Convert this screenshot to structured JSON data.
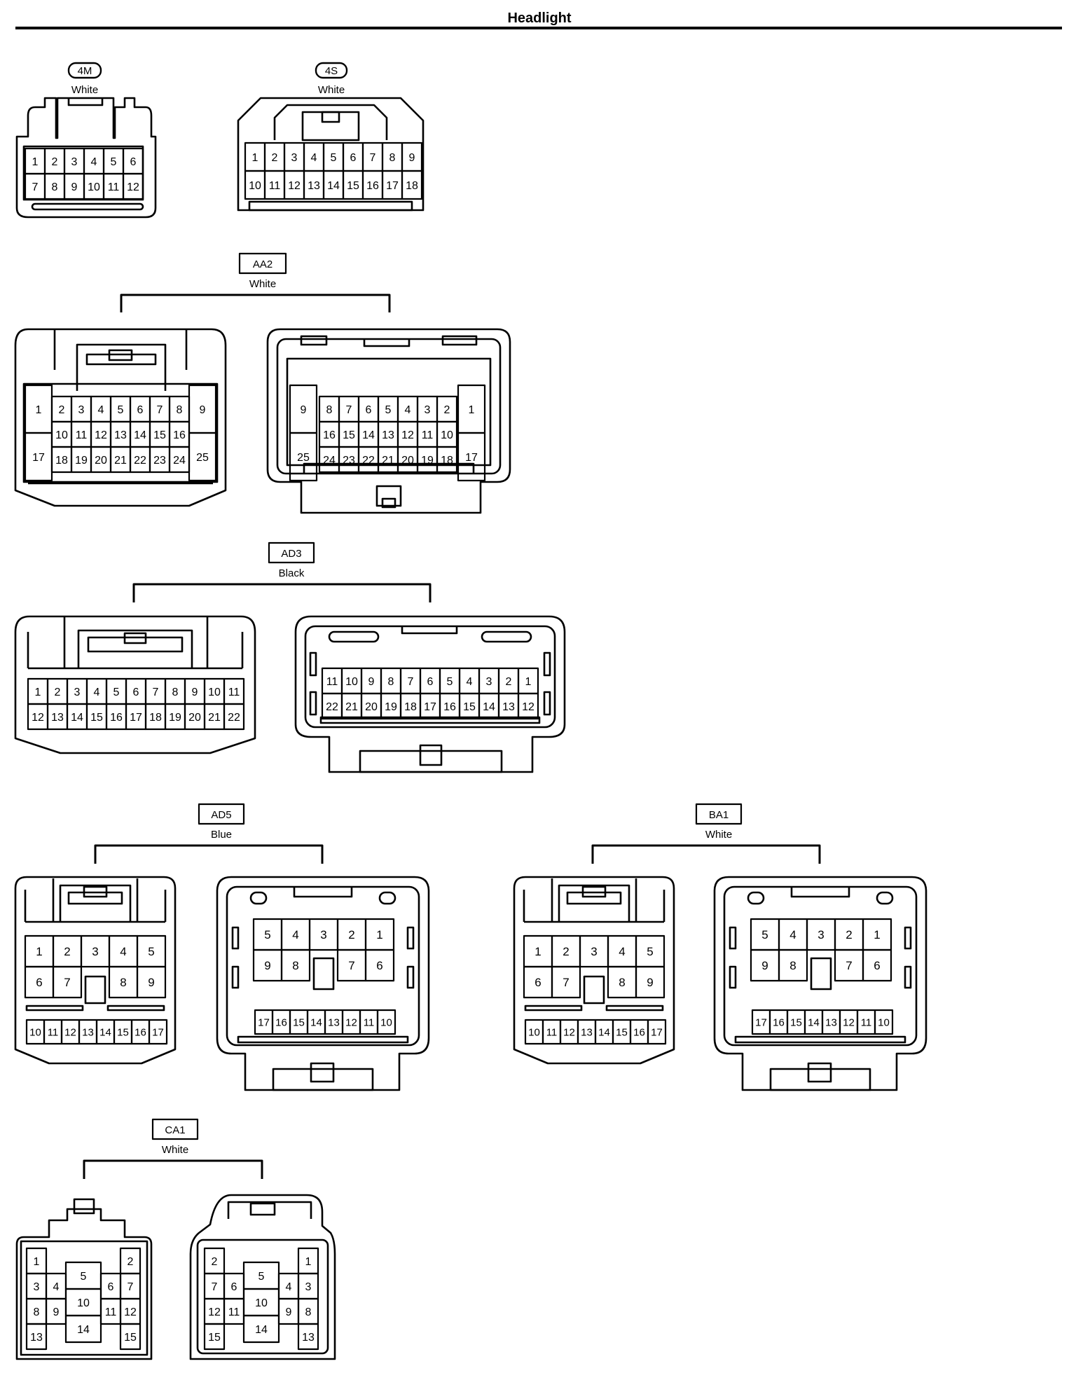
{
  "title": "Headlight",
  "groups": {
    "g4m": {
      "label": "4M",
      "color": "White"
    },
    "g4s": {
      "label": "4S",
      "color": "White"
    },
    "aa2": {
      "label": "AA2",
      "color": "White",
      "male": {
        "left": [
          "1",
          "17"
        ],
        "right": [
          "9",
          "25"
        ],
        "rows": [
          [
            "2",
            "3",
            "4",
            "5",
            "6",
            "7",
            "8"
          ],
          [
            "10",
            "11",
            "12",
            "13",
            "14",
            "15",
            "16"
          ],
          [
            "18",
            "19",
            "20",
            "21",
            "22",
            "23",
            "24"
          ]
        ]
      },
      "female": {
        "left": [
          "9",
          "25"
        ],
        "right": [
          "1",
          "17"
        ],
        "rows": [
          [
            "8",
            "7",
            "6",
            "5",
            "4",
            "3",
            "2"
          ],
          [
            "16",
            "15",
            "14",
            "13",
            "12",
            "11",
            "10"
          ],
          [
            "24",
            "23",
            "22",
            "21",
            "20",
            "19",
            "18"
          ]
        ]
      }
    },
    "ad3": {
      "label": "AD3",
      "color": "Black"
    },
    "ad5": {
      "label": "AD5",
      "color": "Blue"
    },
    "ba1": {
      "label": "BA1",
      "color": "White"
    },
    "ca1": {
      "label": "CA1",
      "color": "White"
    }
  },
  "pins": {
    "g4m": [
      [
        "1",
        "2",
        "3",
        "4",
        "5",
        "6"
      ],
      [
        "7",
        "8",
        "9",
        "10",
        "11",
        "12"
      ]
    ],
    "g4s": [
      [
        "1",
        "2",
        "3",
        "4",
        "5",
        "6",
        "7",
        "8",
        "9"
      ],
      [
        "10",
        "11",
        "12",
        "13",
        "14",
        "15",
        "16",
        "17",
        "18"
      ]
    ],
    "ad3m": [
      [
        "1",
        "2",
        "3",
        "4",
        "5",
        "6",
        "7",
        "8",
        "9",
        "10",
        "11"
      ],
      [
        "12",
        "13",
        "14",
        "15",
        "16",
        "17",
        "18",
        "19",
        "20",
        "21",
        "22"
      ]
    ],
    "ad3f": [
      [
        "11",
        "10",
        "9",
        "8",
        "7",
        "6",
        "5",
        "4",
        "3",
        "2",
        "1"
      ],
      [
        "22",
        "21",
        "20",
        "19",
        "18",
        "17",
        "16",
        "15",
        "14",
        "13",
        "12"
      ]
    ],
    "m17": {
      "top": [
        "1",
        "2",
        "3",
        "4",
        "5"
      ],
      "mid": [
        "6",
        "7",
        "8",
        "9"
      ],
      "bottom": [
        "10",
        "11",
        "12",
        "13",
        "14",
        "15",
        "16",
        "17"
      ]
    },
    "f17": {
      "top": [
        "5",
        "4",
        "3",
        "2",
        "1"
      ],
      "mid": [
        "9",
        "8",
        "7",
        "6"
      ],
      "bottom": [
        "17",
        "16",
        "15",
        "14",
        "13",
        "12",
        "11",
        "10"
      ]
    },
    "ca1m": {
      "c1": [
        "1",
        "3",
        "8",
        "13"
      ],
      "c2": [
        "4",
        "9"
      ],
      "c3": [
        "5",
        "10",
        "14"
      ],
      "c4": [
        "6",
        "11"
      ],
      "c5": [
        "2",
        "7",
        "12",
        "15"
      ]
    },
    "ca1f": {
      "c1": [
        "2",
        "7",
        "12",
        "15"
      ],
      "c2": [
        "6",
        "11"
      ],
      "c3": [
        "5",
        "10",
        "14"
      ],
      "c4": [
        "4",
        "9"
      ],
      "c5": [
        "1",
        "3",
        "8",
        "13"
      ]
    }
  }
}
